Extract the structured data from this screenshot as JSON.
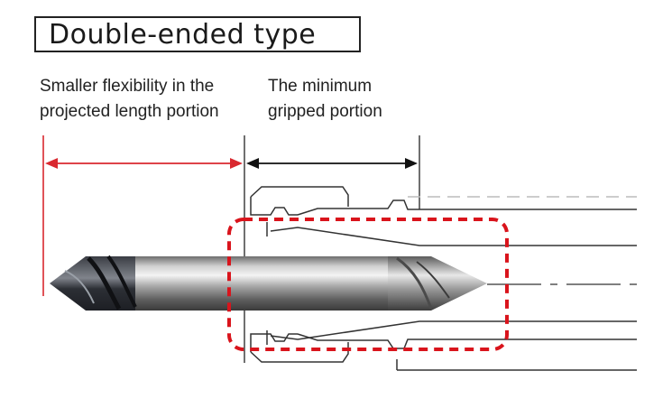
{
  "title": "Double-ended type",
  "labels": {
    "projected_length_line1": "Smaller flexibility in the",
    "projected_length_line2": "projected length portion",
    "gripped_line1": "The minimum",
    "gripped_line2": "gripped portion"
  },
  "colors": {
    "projected_arrow": "#d9282f",
    "gripped_arrow": "#111111",
    "highlight_box": "#d9141c",
    "holder_lines": "#333333"
  }
}
